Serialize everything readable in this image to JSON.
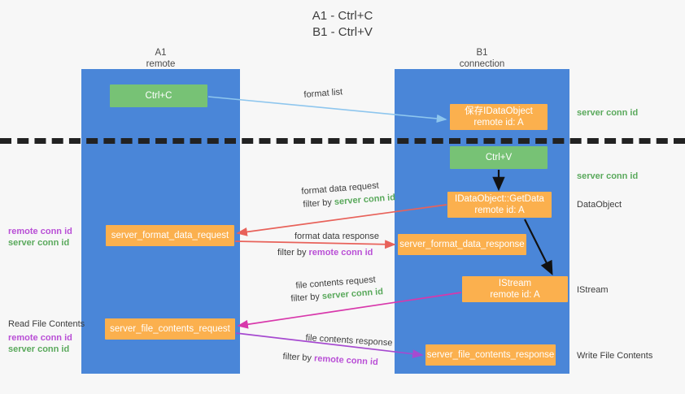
{
  "title": {
    "line1": "A1 - Ctrl+C",
    "line2": "B1 - Ctrl+V"
  },
  "columns": [
    {
      "name": "A1",
      "sub": "remote"
    },
    {
      "name": "B1",
      "sub": "connection"
    }
  ],
  "nodes": {
    "ctrl_c": {
      "line1": "Ctrl+C",
      "line2": "",
      "color": "#77c275"
    },
    "save_idataobject": {
      "line1": "保存IDataObject",
      "line2": "remote id: A",
      "color": "#fbb04e"
    },
    "ctrl_v": {
      "line1": "Ctrl+V",
      "line2": "",
      "color": "#77c275"
    },
    "getdata": {
      "line1": "IDataObject::GetData",
      "line2": "remote id: A",
      "color": "#fbb04e"
    },
    "format_data_request": {
      "line1": "server_format_data_request",
      "line2": "",
      "color": "#fbb04e"
    },
    "format_data_response": {
      "line1": "server_format_data_response",
      "line2": "",
      "color": "#fbb04e"
    },
    "istream": {
      "line1": "IStream",
      "line2": "remote id: A",
      "color": "#fbb04e"
    },
    "file_contents_request": {
      "line1": "server_file_contents_request",
      "line2": "",
      "color": "#fbb04e"
    },
    "file_contents_response": {
      "line1": "server_file_contents_response",
      "line2": "",
      "color": "#fbb04e"
    }
  },
  "edge_labels": {
    "format_list": "format list",
    "format_data_request": "format data request",
    "format_data_request_filter_pre": "filter by ",
    "format_data_request_filter_key": "server conn id",
    "format_data_response": "format data response",
    "format_data_response_filter_pre": "filter by ",
    "format_data_response_filter_key": "remote conn id",
    "file_contents_request": "file contents request",
    "file_contents_request_filter_pre": "filter by ",
    "file_contents_request_filter_key": "server conn id",
    "file_contents_response": "file contents response",
    "file_contents_response_filter_pre": "filter by ",
    "file_contents_response_filter_key": "remote conn id"
  },
  "right_annotations": [
    {
      "text": "server conn id",
      "kind": "green"
    },
    {
      "text": "server conn id",
      "kind": "green"
    },
    {
      "text": "DataObject",
      "kind": "grey"
    },
    {
      "text": "IStream",
      "kind": "grey"
    },
    {
      "text": "Write File Contents",
      "kind": "grey"
    }
  ],
  "left_annotations": {
    "group1": {
      "remote": "remote conn id",
      "server": "server conn id"
    },
    "group2": {
      "heading": "Read File Contents",
      "remote": "remote conn id",
      "server": "server conn id"
    }
  },
  "colors": {
    "lane": "#4a86d8",
    "green_node": "#77c275",
    "orange_node": "#fbb04e",
    "green_text": "#5aa95c",
    "purple_text": "#b94fd6",
    "red_arrow": "#e8625a",
    "blue_arrow": "#8ec6ee",
    "magenta_arrow": "#d838ab",
    "purple_arrow": "#a64ad0",
    "black_arrow": "#111111",
    "background": "#f7f7f7"
  }
}
